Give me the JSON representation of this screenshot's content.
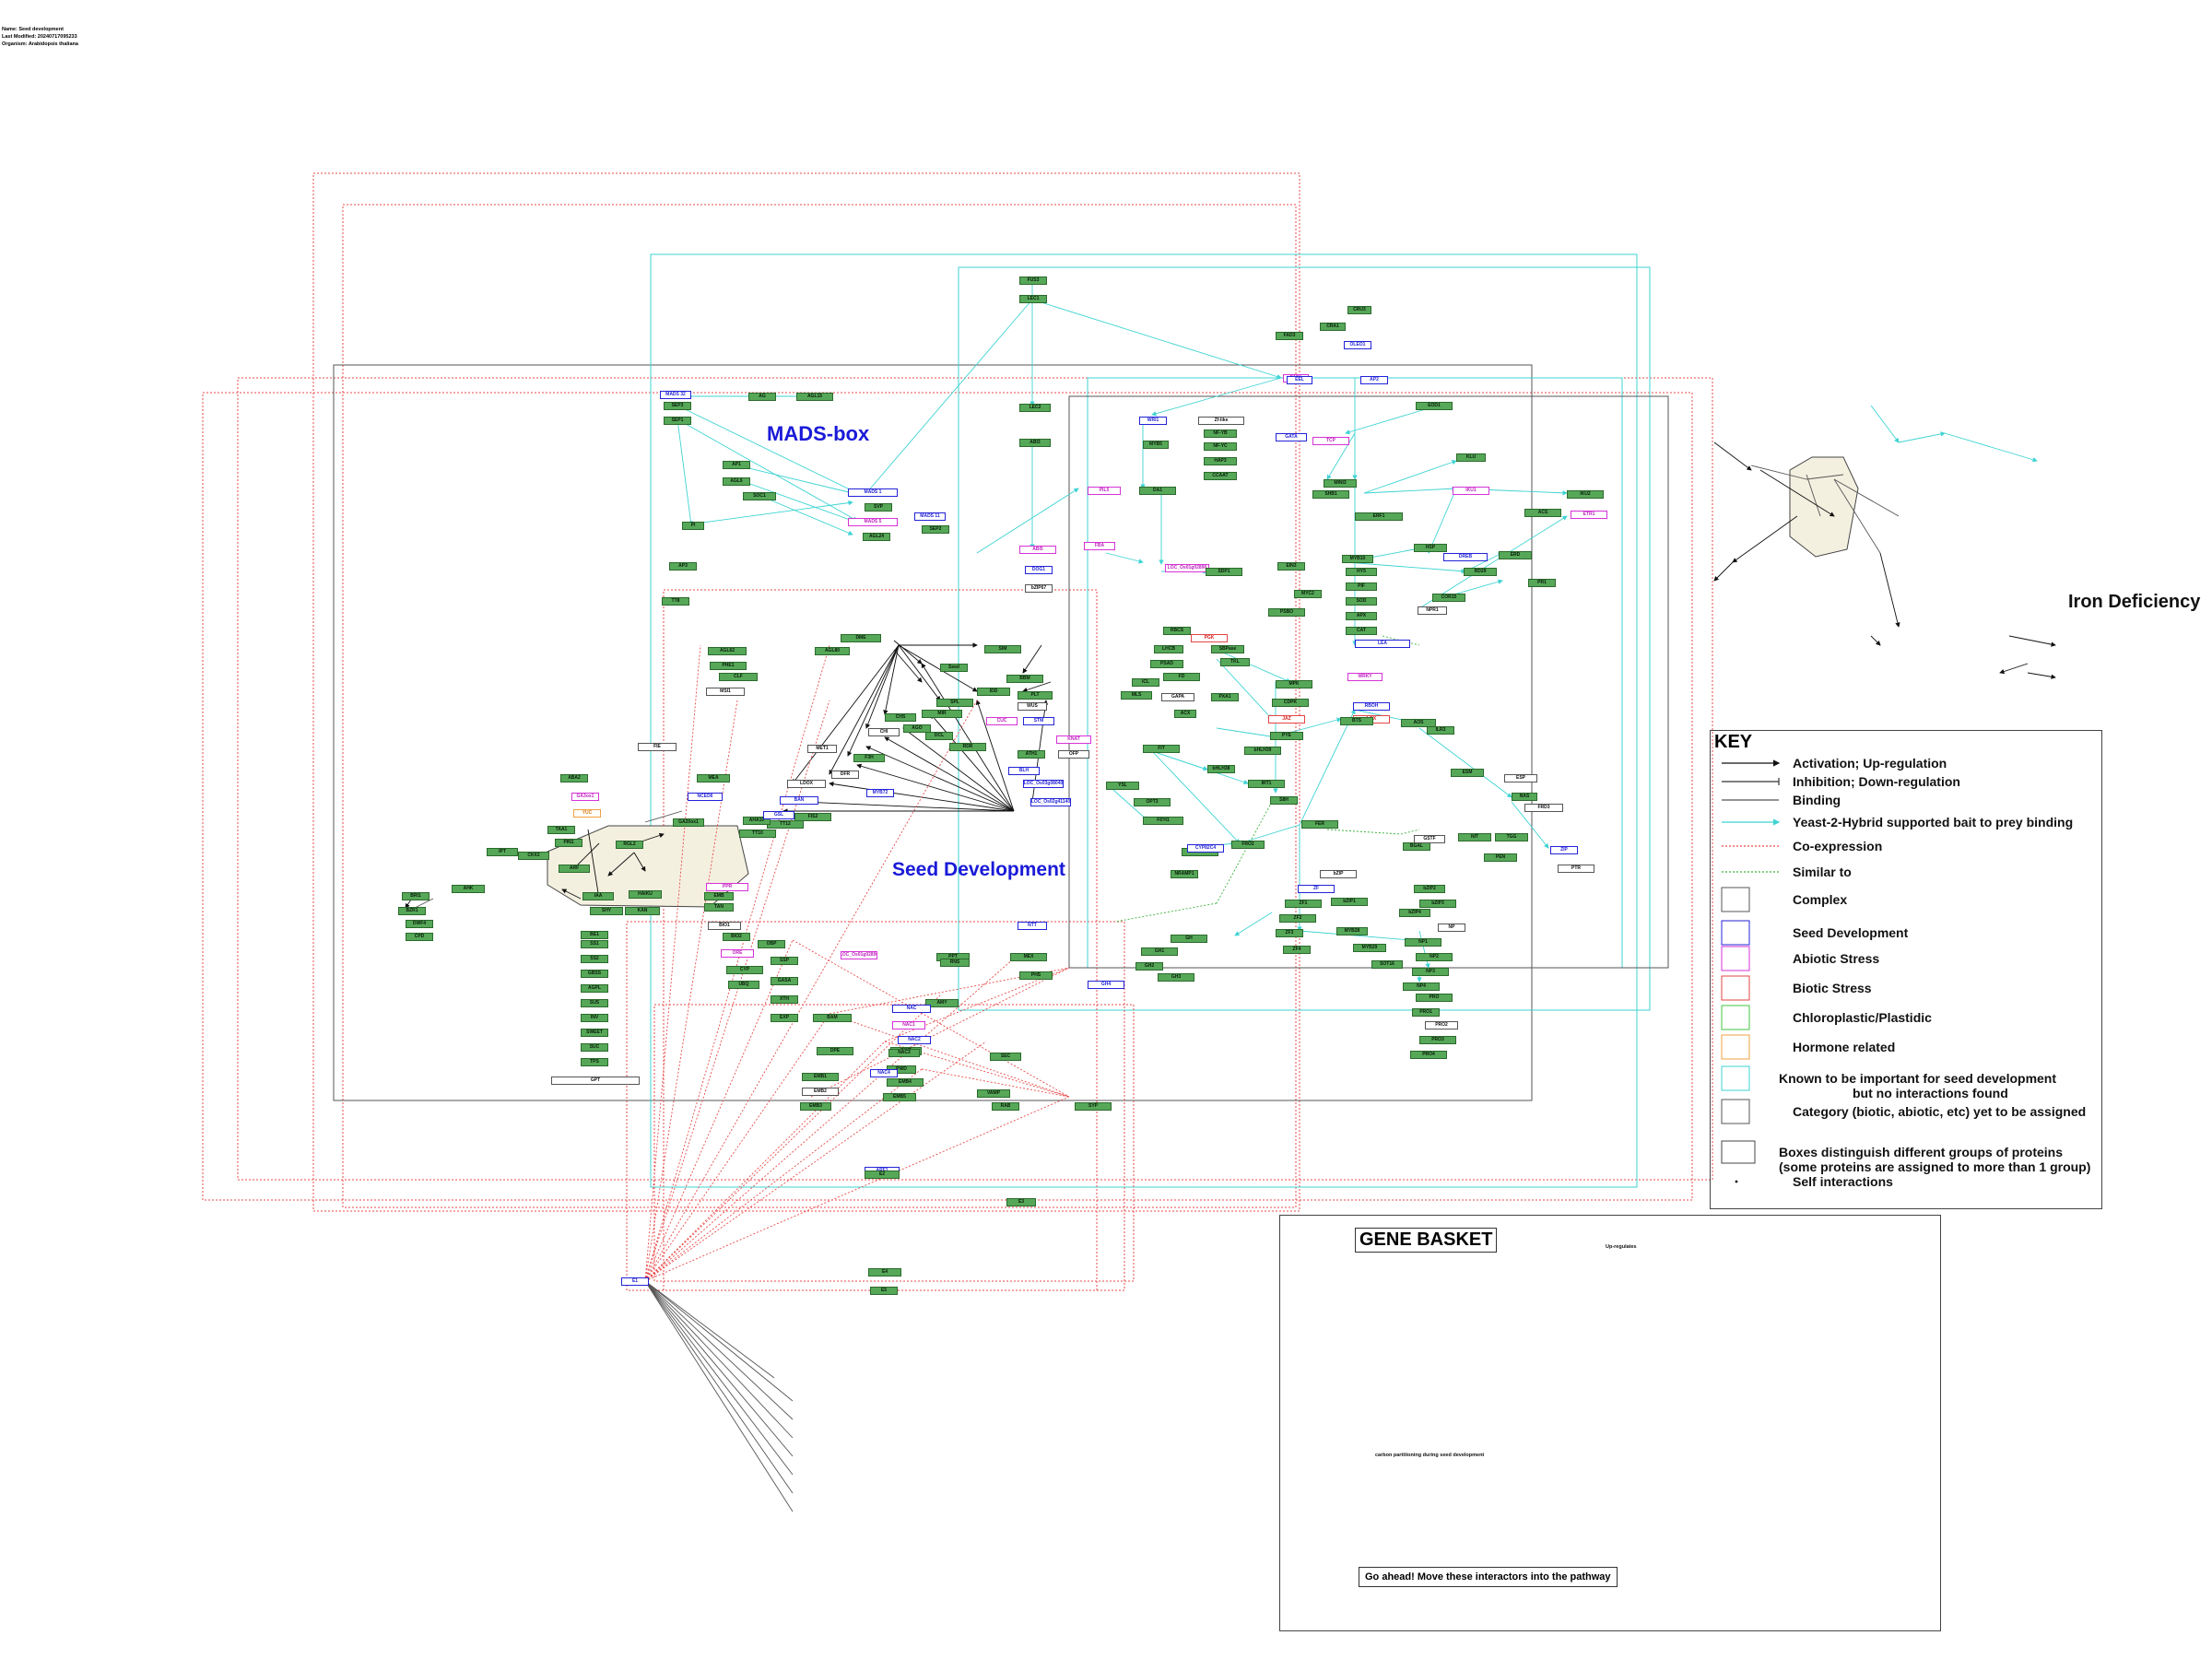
{
  "meta": {
    "name": "Name: Seed development",
    "modified": "Last Modified: 20240717095233",
    "organism": "Organism: Arabidopsis thaliana"
  },
  "regions": {
    "mads": "MADS-box",
    "seed": "Seed Development",
    "iron": "Iron Deficiency"
  },
  "colors": {
    "activation": "#111111",
    "yeast2hybrid": "#3fd3d3",
    "coexpression": "#e84a4a",
    "similar": "#3bb33b",
    "seed": "#2323d8",
    "abiotic": "#d633d6",
    "biotic": "#e34545",
    "chloroplastic": "#43c443",
    "hormone": "#f0a040",
    "known": "#3fd3d3",
    "category": "#555555",
    "node_fill": "#56a858"
  },
  "key": {
    "title": "KEY",
    "rows": [
      {
        "label": "Activation; Up-regulation",
        "kind": "arrow"
      },
      {
        "label": "Inhibition; Down-regulation",
        "kind": "tee"
      },
      {
        "label": "Binding",
        "kind": "line"
      },
      {
        "label": "Yeast-2-Hybrid supported bait to prey binding",
        "kind": "y2h"
      },
      {
        "label": "Co-expression",
        "kind": "coexp"
      },
      {
        "label": "Similar to",
        "kind": "similar"
      },
      {
        "label": "Complex",
        "kind": "complex"
      },
      {
        "label": "Seed Development",
        "kind": "seed"
      },
      {
        "label": "Abiotic Stress",
        "kind": "abio"
      },
      {
        "label": "Biotic Stress",
        "kind": "bio"
      },
      {
        "label": "Chloroplastic/Plastidic",
        "kind": "chlo"
      },
      {
        "label": "Hormone related",
        "kind": "horm"
      },
      {
        "label": "Known to be important for seed development",
        "kind": "known"
      },
      {
        "label": "Category (biotic, abiotic, etc) yet to be assigned",
        "kind": "cat"
      },
      {
        "label": "Boxes distinguish different groups of proteins",
        "kind": "group"
      },
      {
        "label": "Self interactions",
        "kind": "self"
      }
    ],
    "known_line2": "but no interactions found",
    "group_line2": "(some proteins are assigned to more than 1 group)"
  },
  "gene_basket": {
    "title": "GENE BASKET",
    "upregulates": "Up-regulates",
    "carbon_note": "carbon partitioning during seed development",
    "go_ahead": "Go ahead! Move these interactors into the pathway"
  },
  "nodes": {
    "AGL15": "AGL15",
    "AG": "AG",
    "SEP3": "SEP3",
    "SEP1": "SEP1",
    "SEP2": "SEP2",
    "AP1": "AP1",
    "AGL6": "AGL6",
    "MADS11": "MADS 11",
    "MADS32": "MADS 32",
    "MADS5": "MADS 5",
    "MADS1": "MADS 1",
    "SVP": "SVP",
    "AGL24": "AGL24",
    "SOC1": "SOC1",
    "PI": "PI",
    "AP3": "AP3",
    "FUS3": "FUS3",
    "LEC2": "LEC2",
    "LEC1": "LEC1",
    "ABI3": "ABI3",
    "ABI5": "ABI5",
    "WRI1": "WRI1",
    "DOG1": "DOG1",
    "BZIP67": "bZIP67",
    "EEL": "EEL",
    "DPBF": "DPBF",
    "CRU3": "CRU3",
    "CRA1": "CRA1",
    "OLEO1": "OLEO1",
    "FAD3": "FAD3",
    "FAE1": "FAE1",
    "ARF2": "ARF2",
    "TTG1": "TTG1",
    "TT2": "TT2",
    "TT8": "TT8",
    "GL2": "GL2",
    "MYB5": "MYB5",
    "EGL3": "EGL3",
    "DA1": "DA1",
    "EOD1": "EOD1",
    "KLU": "KLU",
    "IKU1": "IKU1",
    "IKU2": "IKU2",
    "MINI3": "MINI3",
    "SHB1": "SHB1",
    "AP2": "AP2",
    "FIS2": "FIS2",
    "MEA": "MEA",
    "FIE": "FIE",
    "MSI1": "MSI1",
    "CLF": "CLF",
    "PHE1": "PHE1",
    "AGL62": "AGL62",
    "AGL80": "AGL80",
    "DME": "DME",
    "MET1": "MET1",
    "ABA2": "ABA2",
    "NCED6": "NCED6",
    "GA20OX1": "GA20ox1",
    "GA3OX1": "GA3ox1",
    "RGL2": "RGL2",
    "YUC": "YUC",
    "TAA1": "TAA1",
    "PIN1": "PIN1",
    "ARF": "ARF",
    "IAA": "IAA",
    "CKX2": "CKX2",
    "IPT": "IPT",
    "AHK": "AHK",
    "BRI1": "BRI1",
    "BZR1": "BZR1",
    "DWF4": "DWF4",
    "CPD": "CPD",
    "SHY": "SHY",
    "HAIKU": "HAIKU",
    "KAN": "KAN",
    "PPR": "PPR",
    "EMB": "EMB",
    "TAN": "TAN",
    "BIO1": "BIO1",
    "BIO2": "BIO2",
    "FER": "FER",
    "FIT": "FIT",
    "BHLH38": "bHLH38",
    "BHLH39": "bHLH39",
    "IRT1": "IRT1",
    "FRO2": "FRO2",
    "AHA2": "AHA2",
    "NRAMP1": "NRAMP1",
    "YSL": "YSL",
    "OPT3": "OPT3",
    "PYE": "PYE",
    "BTS": "BTS",
    "ILR3": "ILR3",
    "MYB10": "MYB10",
    "MYB72": "MYB72",
    "F6H1": "F6'H1",
    "CYP82C4": "CYP82C4",
    "S8H": "S8H",
    "NAS": "NAS",
    "FRD3": "FRD3",
    "ZIP": "ZIP",
    "PTR": "PTR",
    "LSU": "LSU",
    "BGAL": "BGAL",
    "CAT": "CAT",
    "APX": "APX",
    "SOD": "SOD",
    "GSTF": "GSTF",
    "LEA": "LEA",
    "HSP": "HSP",
    "DREB": "DREB",
    "RD29": "RD29",
    "COR15": "COR15",
    "ERD": "ERD",
    "KIN1": "KIN1",
    "PR1": "PR1",
    "PDF1": "PDF1",
    "NPR1": "NPR1",
    "WRKY": "WRKY",
    "MPK": "MPK",
    "CDPK": "CDPK",
    "RBOH": "RBOH",
    "LOX": "LOX",
    "AOS": "AOS",
    "JAZ": "JAZ",
    "MYC2": "MYC2",
    "EIN3": "EIN3",
    "ERF1": "ERF1",
    "ACS": "ACS",
    "ETR1": "ETR1",
    "PSBO": "PSBO",
    "RBCS": "RBCS",
    "LHCB": "LHCB",
    "PSAD": "PSAD",
    "FD": "FD",
    "GAPA": "GAPA",
    "SBPASE": "SBPase",
    "TKL": "TKL",
    "PGK": "PGK",
    "FBA": "FBA",
    "SDP1": "SDP1",
    "PXA1": "PXA1",
    "ICL": "ICL",
    "MLS": "MLS",
    "ACX": "ACX",
    "DAG1": "DAG1",
    "DAG2": "DAG2",
    "PIL5": "PIL5",
    "SOM": "SOM",
    "RGA": "RGA",
    "OBP": "OBP",
    "SSP": "SSP",
    "GASA": "GASA",
    "XTH": "XTH",
    "EXP": "EXP",
    "ORE": "ORE",
    "CYP": "CYP",
    "UBQ": "UBQ",
    "HY5": "HY5",
    "PIF": "PIF",
    "BE1": "BE1",
    "SS1": "SS1",
    "SS2": "SS2",
    "GBSS": "GBSS",
    "AGPL": "AGPL",
    "SUS": "SUS",
    "INV": "INV",
    "SWEET": "SWEET",
    "SUC": "SUC",
    "TPS": "TPS",
    "GPT": "GPT",
    "PPT": "PPT",
    "NTT": "NTT",
    "MEX": "MEX",
    "PHS": "PHS",
    "AMY": "AMY",
    "BAM": "BAM",
    "DPE": "DPE",
    "GWD": "GWD",
    "PWD": "PWD",
    "LOC1": "LOC_Os01g02890",
    "LOC2": "LOC_Os03g08040",
    "LOC3": "LOC_Os02g41140",
    "IDD": "IDD",
    "BBM": "BBM",
    "PLT": "PLT",
    "WUS": "WUS",
    "STM": "STM",
    "CUC": "CUC",
    "ATH1": "ATH1",
    "BLH": "BLH",
    "KNAT": "KNAT",
    "OFP": "OFP",
    "SPL": "SPL",
    "MIR": "MIR",
    "AGO": "AGO",
    "DCL": "DCL",
    "RDR": "RDR",
    "SEED": "Seed",
    "SIM": "SIM",
    "ZFP": "Zf-like",
    "NFYB": "NF-YB",
    "NFYC": "NF-YC",
    "HAP3": "HAP3",
    "CCAAT": "CCAAT",
    "GATA": "GATA",
    "TCP": "TCP",
    "MYBL2": "MYBL2",
    "RNS": "RNS",
    "CHS": "CHS",
    "CHI": "CHI",
    "F3H": "F3H",
    "DFR": "DFR",
    "LDOX": "LDOX",
    "BAN": "BAN",
    "TT12": "TT12",
    "AHA10": "AHA10",
    "TT10": "TT10",
    "GSL": "GSL",
    "MYB28": "MYB28",
    "MYB29": "MYB29",
    "CYP79F1": "CYP79F1",
    "SOT16": "SOT16",
    "ESM": "ESM",
    "ESP": "ESP",
    "NIT": "NIT",
    "TGG": "TGG",
    "PEN": "PEN",
    "E1": "E1",
    "E2": "E2",
    "E3": "E3",
    "E4": "E4",
    "E5": "E5",
    "EMB1": "EMB1",
    "EMB2": "EMB2",
    "EMB3": "EMB3",
    "EMB4": "EMB4",
    "EMB5": "EMB5",
    "SEC": "SEC",
    "SYP": "SYP",
    "VAMP": "VAMP",
    "RAB": "RAB",
    "ARF1": "ARF1",
    "NAC": "NAC",
    "NAC1": "NAC1",
    "NAC2": "NAC2",
    "NAC3": "NAC3",
    "NAC4": "NAC4",
    "BZIP": "bZIP",
    "BZIP1": "bZIP1",
    "BZIP2": "bZIP2",
    "BZIP3": "bZIP3",
    "BZIP4": "bZIP4",
    "GH": "GH",
    "GH1": "GH1",
    "GH2": "GH2",
    "GH3": "GH3",
    "GH4": "GH4",
    "ZF": "ZF",
    "ZF1": "ZF1",
    "ZF2": "ZF2",
    "ZF3": "ZF3",
    "ZF4": "ZF4",
    "NP": "NP",
    "NP1": "NP1",
    "NP2": "NP2",
    "NP3": "NP3",
    "NP4": "NP4",
    "PRO": "PRO",
    "PRO1": "PRO1",
    "PRO2": "PRO2",
    "PRO3": "PRO3",
    "PRO4": "PRO4"
  }
}
